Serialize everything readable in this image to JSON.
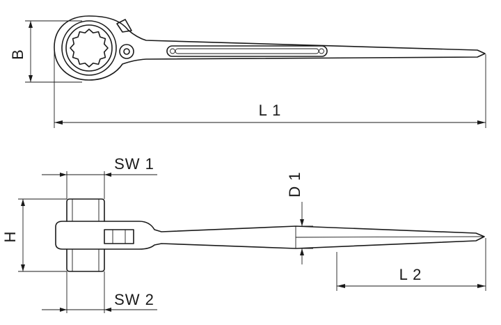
{
  "dimensions": {
    "B": "B",
    "L1": "L 1",
    "H": "H",
    "SW1": "SW 1",
    "SW2": "SW 2",
    "D1": "D 1",
    "L2": "L 2"
  },
  "colors": {
    "line": "#1a1a1a",
    "background": "#ffffff"
  }
}
